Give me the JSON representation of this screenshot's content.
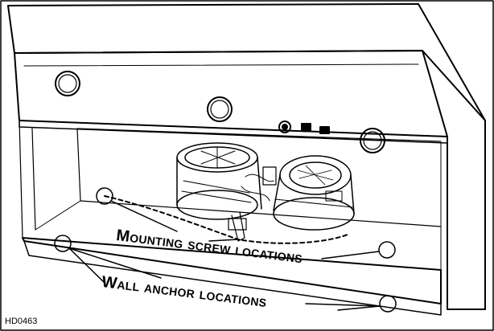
{
  "figure": {
    "id": "HD0463",
    "callouts": {
      "mounting": "Mounting screw locations",
      "wall": "Wall anchor locations"
    },
    "controls": {
      "knob_count": 1,
      "switch_count": 2,
      "light_count": 3
    }
  }
}
